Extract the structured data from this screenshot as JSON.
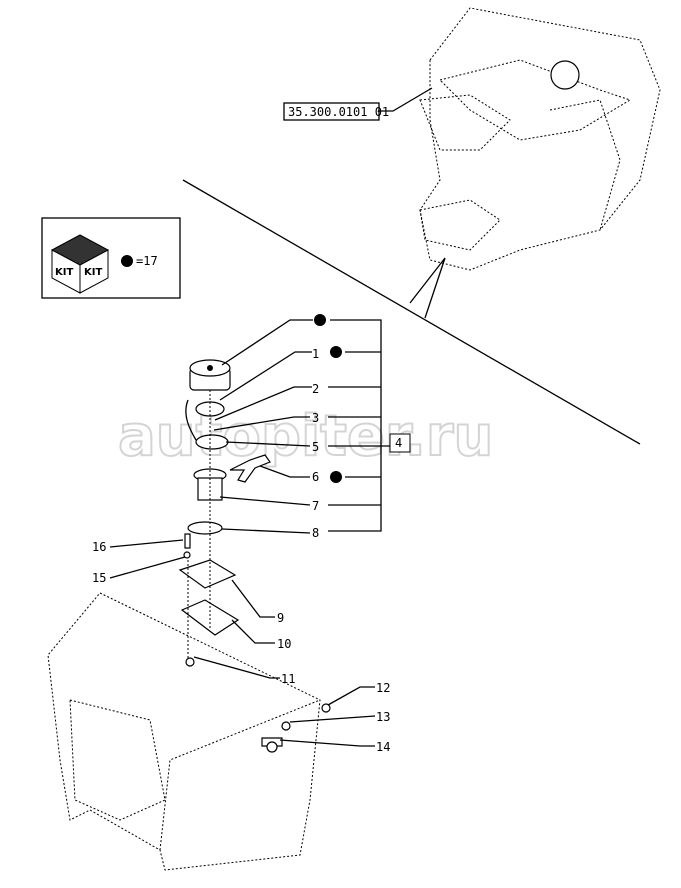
{
  "reference_box": "35.300.0101 01",
  "kit_legend": {
    "box_text_left": "KIT",
    "box_text_right": "KIT",
    "equals_text": "=17"
  },
  "group_box": "4",
  "callouts": [
    "1",
    "2",
    "3",
    "5",
    "6",
    "7",
    "8",
    "9",
    "10",
    "11",
    "12",
    "13",
    "14",
    "15",
    "16"
  ],
  "watermark": "autopiter.ru"
}
